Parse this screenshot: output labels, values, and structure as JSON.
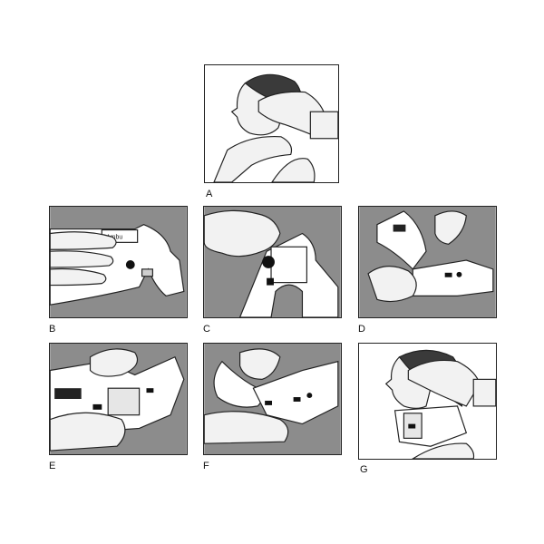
{
  "panels": [
    {
      "id": "A",
      "label": "A"
    },
    {
      "id": "B",
      "label": "B",
      "collar_text": "Ambu"
    },
    {
      "id": "C",
      "label": "C"
    },
    {
      "id": "D",
      "label": "D"
    },
    {
      "id": "E",
      "label": "E"
    },
    {
      "id": "F",
      "label": "F"
    },
    {
      "id": "G",
      "label": "G"
    }
  ],
  "colors": {
    "background_gray": "#8c8c8c",
    "skin": "#f2f2f2",
    "hair": "#3a3a3a",
    "outline": "#222222"
  }
}
